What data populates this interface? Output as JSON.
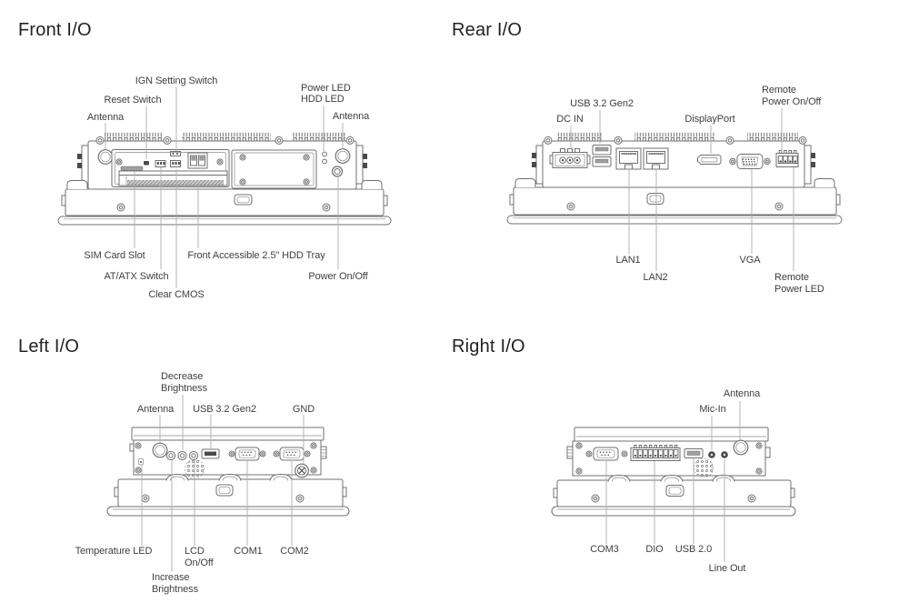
{
  "colors": {
    "background": "#ffffff",
    "line_art": "#707070",
    "leader_line": "#aeaeae",
    "label_text": "#3f3f3f",
    "title_text": "#222222"
  },
  "panels": {
    "front": {
      "title": "Front I/O",
      "labels": {
        "ign": "IGN Setting Switch",
        "reset": "Reset Switch",
        "antenna_left": "Antenna",
        "power_led": "Power LED",
        "hdd_led": "HDD LED",
        "antenna_right": "Antenna",
        "sim": "SIM Card Slot",
        "atx": "AT/ATX Switch",
        "cmos": "Clear CMOS",
        "hdd_tray": "Front Accessible 2.5\" HDD Tray",
        "power": "Power On/Off"
      }
    },
    "rear": {
      "title": "Rear I/O",
      "labels": {
        "usb": "USB 3.2 Gen2",
        "dc_in": "DC IN",
        "displayport": "DisplayPort",
        "remote_power_1": "Remote",
        "remote_power_2": "Power On/Off",
        "lan1": "LAN1",
        "lan2": "LAN2",
        "vga": "VGA",
        "remote_led_1": "Remote",
        "remote_led_2": "Power LED"
      }
    },
    "left": {
      "title": "Left I/O",
      "labels": {
        "dec_1": "Decrease",
        "dec_2": "Brightness",
        "antenna": "Antenna",
        "usb": "USB 3.2 Gen2",
        "gnd": "GND",
        "temp": "Temperature LED",
        "inc_1": "Increase",
        "inc_2": "Brightness",
        "lcd_1": "LCD",
        "lcd_2": "On/Off",
        "com1": "COM1",
        "com2": "COM2"
      }
    },
    "right": {
      "title": "Right I/O",
      "labels": {
        "antenna": "Antenna",
        "mic": "Mic-In",
        "com3": "COM3",
        "dio": "DIO",
        "usb": "USB 2.0",
        "line_out": "Line Out"
      }
    }
  }
}
